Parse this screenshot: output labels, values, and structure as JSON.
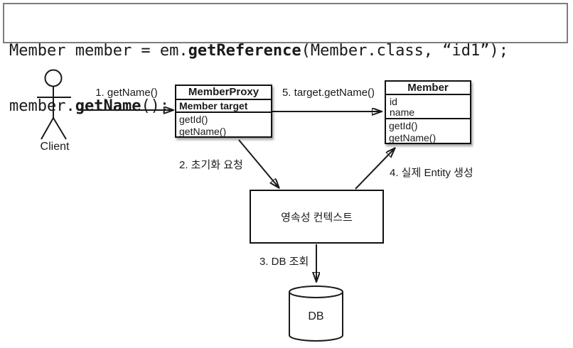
{
  "code": {
    "line1": {
      "pre": "Member member = em.",
      "bold": "getReference",
      "post": "(Member.class, “id1”);"
    },
    "line2": {
      "pre": "member.",
      "bold": "getName",
      "post": "();"
    }
  },
  "actor": {
    "label": "Client"
  },
  "proxy_box": {
    "title": "MemberProxy",
    "field": "Member target",
    "methods": [
      "getId()",
      "getName()"
    ]
  },
  "member_box": {
    "title": "Member",
    "attributes": [
      "id",
      "name"
    ],
    "methods": [
      "getId()",
      "getName()"
    ]
  },
  "context_box": {
    "label": "영속성 컨텍스트"
  },
  "db": {
    "label": "DB"
  },
  "arrows": {
    "a1": "1. getName()",
    "a2": "2. 초기화 요청",
    "a3": "3. DB 조회",
    "a4": "4. 실제 Entity 생성",
    "a5": "5. target.getName()"
  },
  "colors": {
    "line": "#1a1a1a",
    "code_border": "#7d7d7d",
    "background": "#ffffff"
  }
}
